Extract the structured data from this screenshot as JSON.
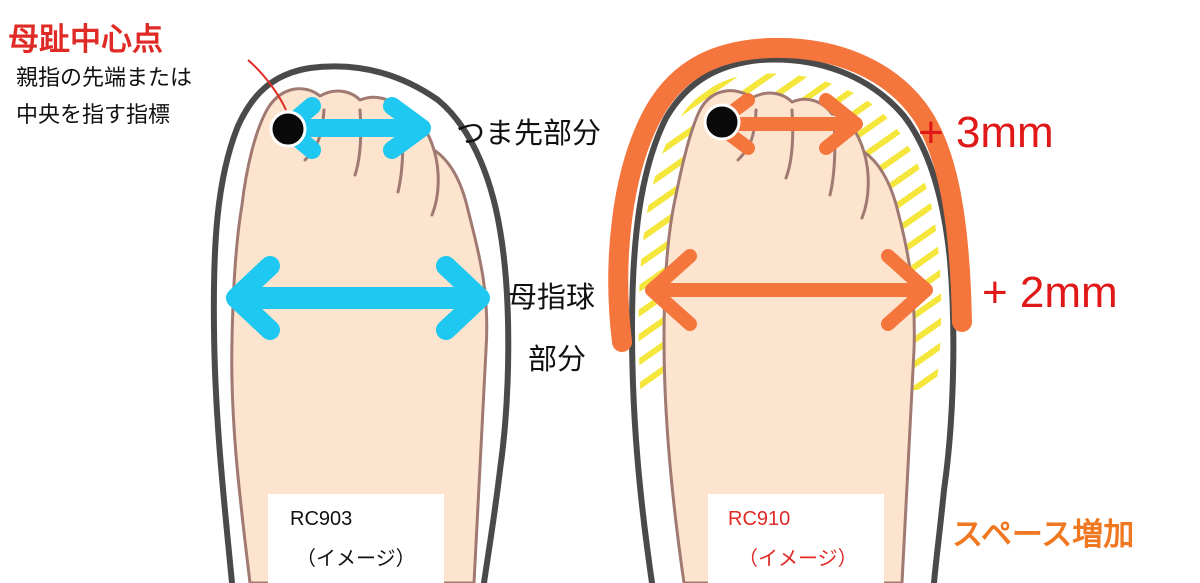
{
  "labels": {
    "big_toe_center": "母趾中心点",
    "big_toe_desc_line1": "親指の先端または",
    "big_toe_desc_line2": "中央を指す指標",
    "toe_area": "つま先部分",
    "ball_area_line1": "母指球",
    "ball_area_line2": "部分",
    "plus_3mm": "+ 3mm",
    "plus_2mm": "+ 2mm",
    "space_increase": "スペース増加"
  },
  "models": {
    "left": {
      "name": "RC903",
      "note": "（イメージ）",
      "name_color": "#111111"
    },
    "right": {
      "name": "RC910",
      "note": "（イメージ）",
      "name_color": "#e02a25"
    }
  },
  "colors": {
    "skin": "#fde4ce",
    "toe_line": "#a07a72",
    "outline": "#4a4a4a",
    "blue_arrow": "#1ec8f0",
    "orange_arrow": "#f5763c",
    "yellow_hatch": "#f4e63a",
    "red_text": "#e01818",
    "orange_text": "#f07820"
  },
  "icons": {
    "marker": "black-dot",
    "arrow": "double-headed-arrow"
  }
}
